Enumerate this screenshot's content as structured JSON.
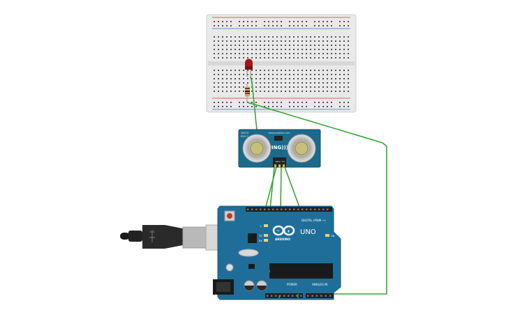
{
  "sensor": {
    "model": "PING))))",
    "brand": "www.parallax.com",
    "rev": "28015",
    "rev2": "REV C",
    "pins": [
      "GND",
      "5V",
      "SIG"
    ]
  },
  "arduino": {
    "logo_text": "ARDUINO",
    "model": "UNO",
    "digital_label": "DIGITAL (PWM ~)",
    "power_label": "POWER",
    "analog_label": "ANALOG IN",
    "led_labels": [
      "L",
      "TX",
      "RX"
    ],
    "on_label": "ON"
  },
  "colors": {
    "wire": "#3aa535",
    "arduino_board": "#1f6e99",
    "sensor_board": "#1b6a8c",
    "led": "#a01818",
    "breadboard": "#e8e8e8",
    "rail_red": "#d23a3a",
    "rail_blue": "#3a6fc2"
  },
  "icons": [
    "usb-cable-icon",
    "arduino-infinity-logo-icon",
    "reset-button-icon",
    "led-icon",
    "resistor-icon"
  ]
}
